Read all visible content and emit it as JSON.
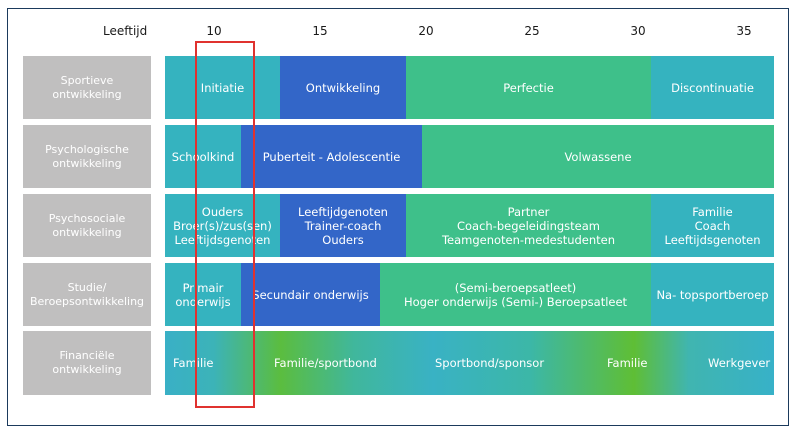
{
  "axis": {
    "label": "Leeftijd",
    "ticks": [
      "10",
      "15",
      "20",
      "25",
      "30",
      "35"
    ]
  },
  "rows": [
    {
      "label": "Sportieve\nontwikkeling",
      "segments": [
        "Initiatie",
        "Ontwikkeling",
        "Perfectie",
        "Discontinuatie"
      ]
    },
    {
      "label": "Psychologische\nontwikkeling",
      "segments": [
        "Schoolkind",
        "Puberteit - Adolescentie",
        "Volwassene"
      ]
    },
    {
      "label": "Psychosociale\nontwikkeling",
      "segments": [
        "Ouders\nBroer(s)/zus(sen)\nLeeftijdsgenoten",
        "Leeftijdgenoten\nTrainer-coach\nOuders",
        "Partner\nCoach-begeleidingsteam\nTeamgenoten-medestudenten",
        "Familie\nCoach\nLeeftijdsgenoten"
      ]
    },
    {
      "label": "Studie/\nBeroepsontwikkeling",
      "segments": [
        "Primair\nonderwijs",
        "Secundair onderwijs",
        "(Semi-beroepsatleet)\nHoger onderwijs (Semi-) Beroepsatleet",
        "Na- topsportberoep"
      ]
    },
    {
      "label": "Financiële\nontwikkeling",
      "segments": [
        "Familie",
        "Familie/sportbond",
        "Sportbond/sponsor",
        "Familie",
        "Werkgever"
      ]
    }
  ],
  "colors": {
    "teal": "#35b3bf",
    "blue": "#3366c8",
    "green": "#3ec08a",
    "highlight": "#e0322f",
    "label_bg": "#c0bfbf"
  }
}
